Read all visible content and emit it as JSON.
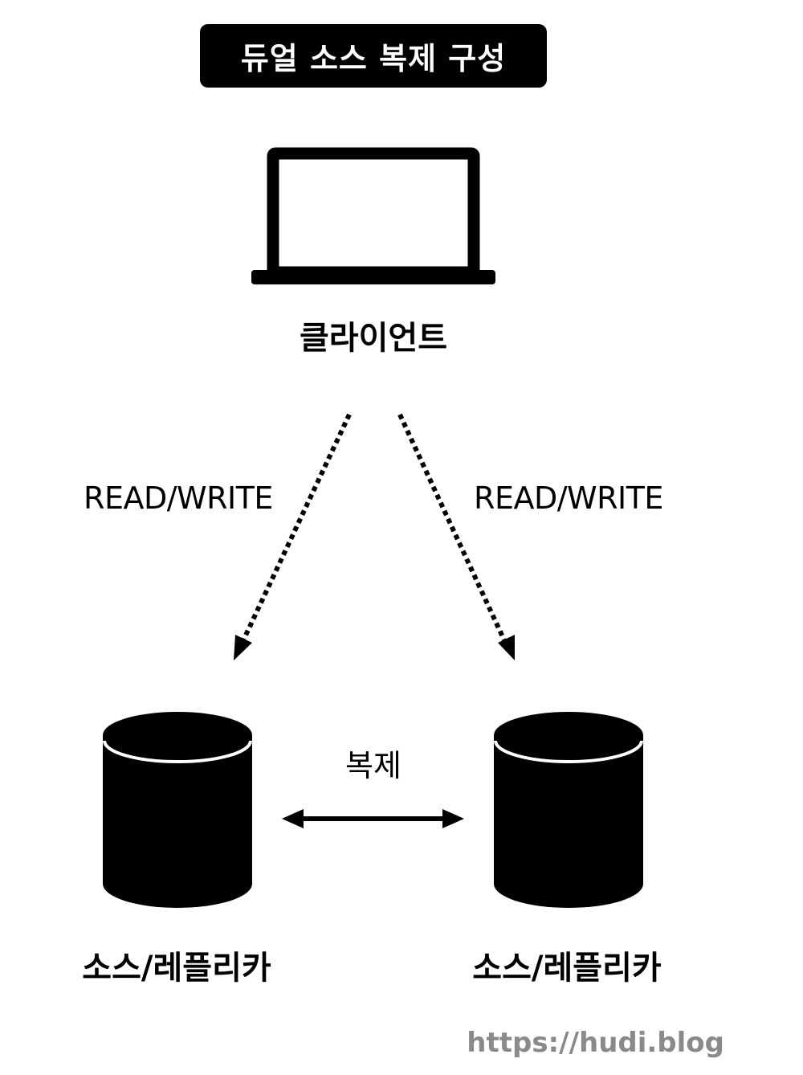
{
  "title": "듀얼 소스 복제 구성",
  "client": {
    "label": "클라이언트",
    "icon": "laptop-icon"
  },
  "edges": {
    "left_label": "READ/WRITE",
    "right_label": "READ/WRITE",
    "replication_label": "복제"
  },
  "databases": [
    {
      "label": "소스/레플리카",
      "icon": "database-icon"
    },
    {
      "label": "소스/레플리카",
      "icon": "database-icon"
    }
  ],
  "watermark": "https://hudi.blog",
  "colors": {
    "foreground": "#000000",
    "background": "#ffffff",
    "watermark": "#8a8a8a"
  }
}
